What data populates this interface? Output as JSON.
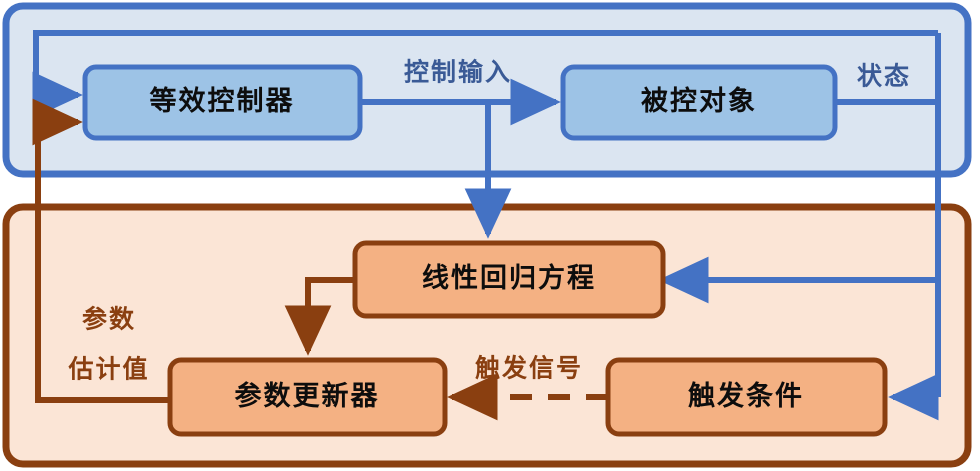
{
  "diagram": {
    "title": "Event-triggered adaptive control block diagram",
    "colors": {
      "blue_stroke": "#4472c4",
      "blue_group_fill": "#dbe5f1",
      "blue_block_fill": "#9dc3e6",
      "blue_label_text": "#3a5a96",
      "brown_stroke": "#8a3f10",
      "brown_group_fill": "#fbe5d6",
      "brown_block_fill": "#f4b183",
      "brown_label_text": "#8a3f10",
      "block_text": "#0d0d0d",
      "page_background": "#ffffff"
    },
    "groups": [
      {
        "id": "control-loop-group",
        "name": "control-loop-container",
        "style": "blue"
      },
      {
        "id": "adaptation-group",
        "name": "parameter-adaptation-container",
        "style": "brown"
      }
    ],
    "blocks": [
      {
        "id": "equivalent-controller",
        "label": "等效控制器",
        "style": "blue"
      },
      {
        "id": "controlled-plant",
        "label": "被控对象",
        "style": "blue"
      },
      {
        "id": "linear-regression",
        "label": "线性回归方程",
        "style": "brown"
      },
      {
        "id": "parameter-updater",
        "label": "参数更新器",
        "style": "brown"
      },
      {
        "id": "trigger-condition",
        "label": "触发条件",
        "style": "brown"
      }
    ],
    "signal_labels": [
      {
        "id": "control-input-label",
        "text": "控制输入",
        "style": "blue"
      },
      {
        "id": "state-label",
        "text": "状态",
        "style": "blue"
      },
      {
        "id": "parameter-estimate-line1",
        "text": "参数",
        "style": "brown"
      },
      {
        "id": "parameter-estimate-line2",
        "text": "估计值",
        "style": "brown"
      },
      {
        "id": "trigger-signal-label",
        "text": "触发信号",
        "style": "brown"
      }
    ],
    "connections": [
      {
        "id": "state-feedback-to-controller",
        "from": "controlled-plant",
        "to": "equivalent-controller",
        "style": "blue",
        "dashed": false
      },
      {
        "id": "controller-to-plant",
        "from": "equivalent-controller",
        "to": "controlled-plant",
        "style": "blue",
        "dashed": false
      },
      {
        "id": "control-input-to-regression",
        "from": "equivalent-controller",
        "to": "linear-regression",
        "style": "blue",
        "dashed": false
      },
      {
        "id": "state-to-regression",
        "from": "controlled-plant",
        "to": "linear-regression",
        "style": "blue",
        "dashed": false
      },
      {
        "id": "state-to-trigger-condition",
        "from": "controlled-plant",
        "to": "trigger-condition",
        "style": "blue",
        "dashed": false
      },
      {
        "id": "regression-to-updater",
        "from": "linear-regression",
        "to": "parameter-updater",
        "style": "brown",
        "dashed": false
      },
      {
        "id": "trigger-signal-to-updater",
        "from": "trigger-condition",
        "to": "parameter-updater",
        "style": "brown",
        "dashed": true
      },
      {
        "id": "estimate-to-controller",
        "from": "parameter-updater",
        "to": "equivalent-controller",
        "style": "brown",
        "dashed": false
      }
    ]
  }
}
